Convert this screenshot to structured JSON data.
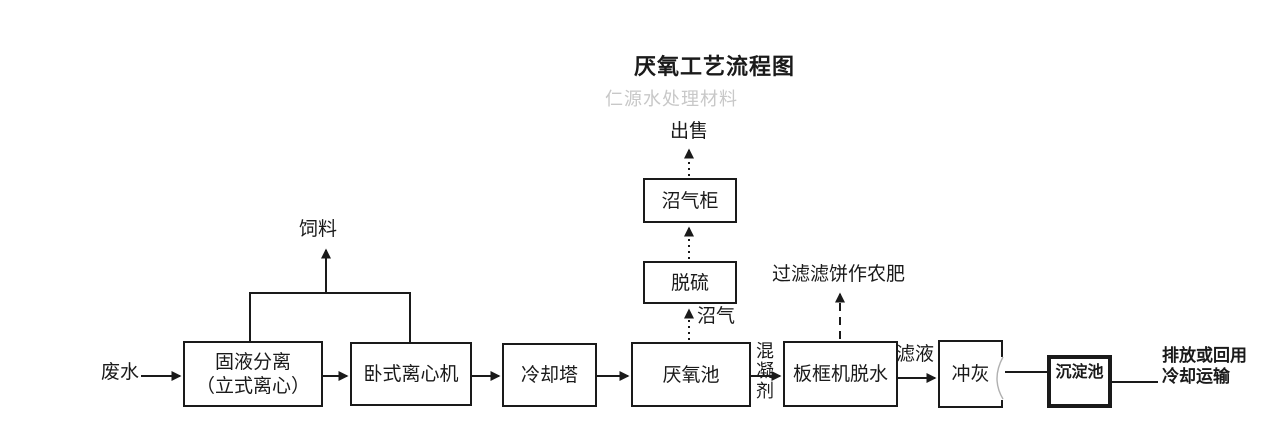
{
  "title": "厌氧工艺流程图",
  "watermark": "仁源水处理材料",
  "nodes": {
    "solid_liquid_separation": {
      "line1": "固液分离",
      "line2": "（立式离心）"
    },
    "horizontal_centrifuge": {
      "label": "卧式离心机"
    },
    "cooling_tower": {
      "label": "冷却塔"
    },
    "anaerobic_tank": {
      "label": "厌氧池"
    },
    "desulfurization": {
      "label": "脱硫"
    },
    "biogas_holder": {
      "label": "沼气柜"
    },
    "plate_frame_dewatering": {
      "label": "板框机脱水"
    },
    "ash_flushing": {
      "label": "冲灰"
    },
    "sedimentation_tank": {
      "label": "沉淀池"
    }
  },
  "labels": {
    "wastewater": "废水",
    "feed": "饲料",
    "sell": "出售",
    "biogas": "沼气",
    "coagulant": "混凝剂",
    "filter_cake_fertilizer": "过滤滤饼作农肥",
    "filtrate": "滤液",
    "outlet_line1": "排放或回用",
    "outlet_line2": "冷却运输"
  },
  "colors": {
    "line": "#1a1a1a",
    "watermark": "#c8c8c8",
    "background": "#ffffff"
  }
}
